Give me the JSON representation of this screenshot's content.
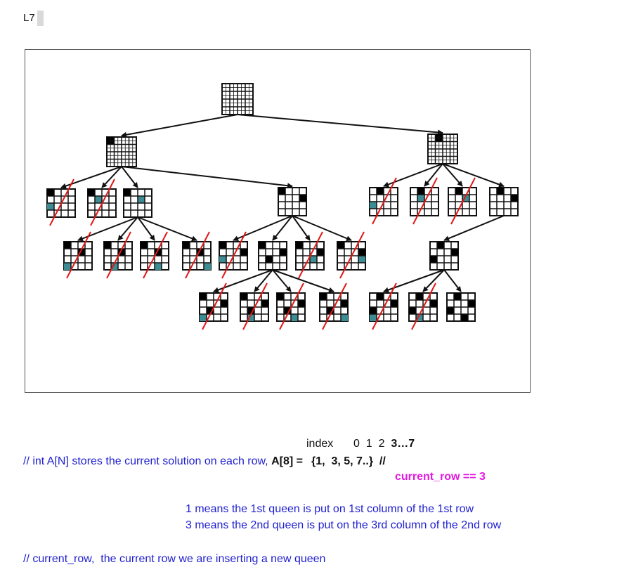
{
  "header": {
    "label": "L7"
  },
  "figure": {
    "colors": {
      "line": "#111111",
      "queen": "#000000",
      "highlight": "#3d8c93",
      "strike": "#e01818"
    }
  },
  "notes": {
    "index_label": "index",
    "index_values_plain": "0  1  2  ",
    "index_values_bold": "3…7",
    "array_comment": "// int A[N] stores the current solution on each row, ",
    "array_name": "A[8] =",
    "array_values": "{1,  3, 5, 7..}  //",
    "current_row": "current_row == 3",
    "explain_1": "1 means the 1st queen is put on 1st column of the 1st row",
    "explain_2": "3 means the 2nd queen is put on the 3rd column of the 2nd row",
    "current_row_comment": "// current_row,  the current row we are inserting a new queen"
  }
}
